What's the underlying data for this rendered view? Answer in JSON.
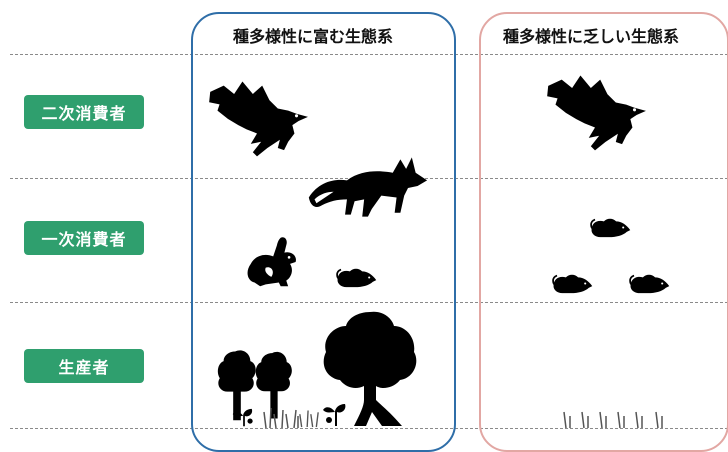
{
  "levels": [
    {
      "label": "二次消費者"
    },
    {
      "label": "一次消費者"
    },
    {
      "label": "生産者"
    }
  ],
  "panels": {
    "rich": {
      "title": "種多様性に富む生態系",
      "border_color": "#2f6ea8"
    },
    "poor": {
      "title": "種多様性に乏しい生態系",
      "border_color": "#e2a7a3"
    }
  },
  "label_color": "#2f9f6e",
  "icons": {
    "rich": {
      "secondary": [
        "eagle-icon"
      ],
      "primary": [
        "fox-icon",
        "rabbit-icon",
        "mouse-icon"
      ],
      "producers": [
        "tree-icon",
        "tree-icon",
        "large-tree-icon",
        "plant-icon",
        "grass-icon"
      ]
    },
    "poor": {
      "secondary": [
        "eagle-icon"
      ],
      "primary": [
        "mouse-icon",
        "mouse-icon",
        "mouse-icon"
      ],
      "producers": [
        "grass-icon"
      ]
    }
  }
}
